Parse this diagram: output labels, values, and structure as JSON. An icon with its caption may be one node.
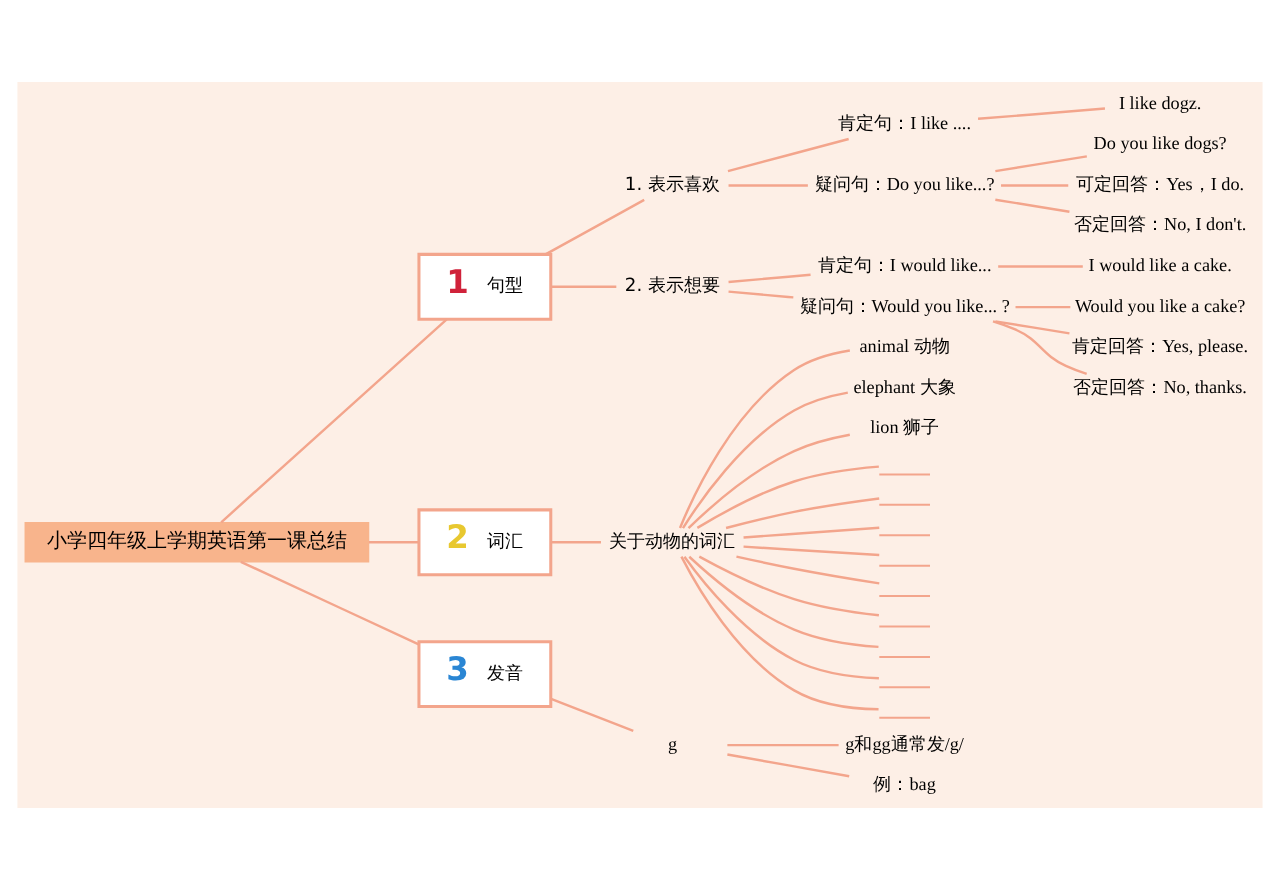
{
  "diagram": {
    "nodes": [
      {
        "text": [
          "小学四年级上学期英语第一课总结"
        ]
      },
      {
        "text": [
          "1",
          "句型"
        ]
      },
      {
        "text": [
          "1. 表示喜欢"
        ]
      },
      {
        "text": [
          "肯定句：I like ...."
        ]
      },
      {
        "text": [
          "I like dogz."
        ]
      },
      {
        "text": [
          "疑问句：Do you like...?"
        ]
      },
      {
        "text": [
          "Do you like dogs?"
        ]
      },
      {
        "text": [
          "可定回答：Yes，I do."
        ]
      },
      {
        "text": [
          "否定回答：No, I don't."
        ]
      },
      {
        "text": [
          "2. 表示想要"
        ]
      },
      {
        "text": [
          "肯定句：I would like..."
        ]
      },
      {
        "text": [
          "I would like a cake."
        ]
      },
      {
        "text": [
          "疑问句：Would you like... ?"
        ]
      },
      {
        "text": [
          "Would you like a cake?"
        ]
      },
      {
        "text": [
          "肯定回答：Yes, please."
        ]
      },
      {
        "text": [
          "否定回答：No, thanks."
        ]
      },
      {
        "text": [
          "2",
          "词汇"
        ]
      },
      {
        "text": [
          "关于动物的词汇"
        ]
      },
      {
        "text": [
          "animal 动物"
        ]
      },
      {
        "text": [
          "elephant 大象"
        ]
      },
      {
        "text": [
          "lion 狮子"
        ]
      },
      {
        "text": [],
        "shape": "line"
      },
      {
        "text": [],
        "shape": "line"
      },
      {
        "text": [],
        "shape": "line"
      },
      {
        "text": [],
        "shape": "line"
      },
      {
        "text": [],
        "shape": "line"
      },
      {
        "text": [],
        "shape": "line"
      },
      {
        "text": [],
        "shape": "line"
      },
      {
        "text": [],
        "shape": "line"
      },
      {
        "text": [],
        "shape": "line"
      },
      {
        "text": [
          "3",
          "发音"
        ]
      },
      {
        "text": [
          "g"
        ]
      },
      {
        "text": [
          "g和gg通常发/g/"
        ]
      },
      {
        "text": [
          "例：bag"
        ]
      }
    ],
    "edges": [
      {
        "from": 0,
        "to": 1,
        "arrow": "none"
      },
      {
        "from": 1,
        "to": 2,
        "arrow": "none"
      },
      {
        "from": 2,
        "to": 3,
        "arrow": "none"
      },
      {
        "from": 3,
        "to": 4,
        "arrow": "none"
      },
      {
        "from": 2,
        "to": 5,
        "arrow": "none"
      },
      {
        "from": 5,
        "to": 6,
        "arrow": "none"
      },
      {
        "from": 5,
        "to": 7,
        "arrow": "none"
      },
      {
        "from": 5,
        "to": 8,
        "arrow": "none"
      },
      {
        "from": 1,
        "to": 9,
        "arrow": "none"
      },
      {
        "from": 9,
        "to": 10,
        "arrow": "none"
      },
      {
        "from": 10,
        "to": 11,
        "arrow": "none"
      },
      {
        "from": 9,
        "to": 12,
        "arrow": "none"
      },
      {
        "from": 12,
        "to": 13,
        "arrow": "none"
      },
      {
        "from": 12,
        "to": 14,
        "arrow": "none"
      },
      {
        "from": 12,
        "to": 15,
        "arrow": "none"
      },
      {
        "from": 0,
        "to": 16,
        "arrow": "none"
      },
      {
        "from": 16,
        "to": 17,
        "arrow": "none"
      },
      {
        "from": 17,
        "to": 18,
        "arrow": "none"
      },
      {
        "from": 17,
        "to": 19,
        "arrow": "none"
      },
      {
        "from": 17,
        "to": 20,
        "arrow": "none"
      },
      {
        "from": 17,
        "to": 21,
        "arrow": "none"
      },
      {
        "from": 17,
        "to": 22,
        "arrow": "none"
      },
      {
        "from": 17,
        "to": 23,
        "arrow": "none"
      },
      {
        "from": 17,
        "to": 24,
        "arrow": "none"
      },
      {
        "from": 17,
        "to": 25,
        "arrow": "none"
      },
      {
        "from": 17,
        "to": 26,
        "arrow": "none"
      },
      {
        "from": 17,
        "to": 27,
        "arrow": "none"
      },
      {
        "from": 17,
        "to": 28,
        "arrow": "none"
      },
      {
        "from": 17,
        "to": 29,
        "arrow": "none"
      },
      {
        "from": 0,
        "to": 30,
        "arrow": "none"
      },
      {
        "from": 30,
        "to": 31,
        "arrow": "none"
      },
      {
        "from": 31,
        "to": 32,
        "arrow": "none"
      },
      {
        "from": 31,
        "to": 33,
        "arrow": "none"
      }
    ]
  }
}
